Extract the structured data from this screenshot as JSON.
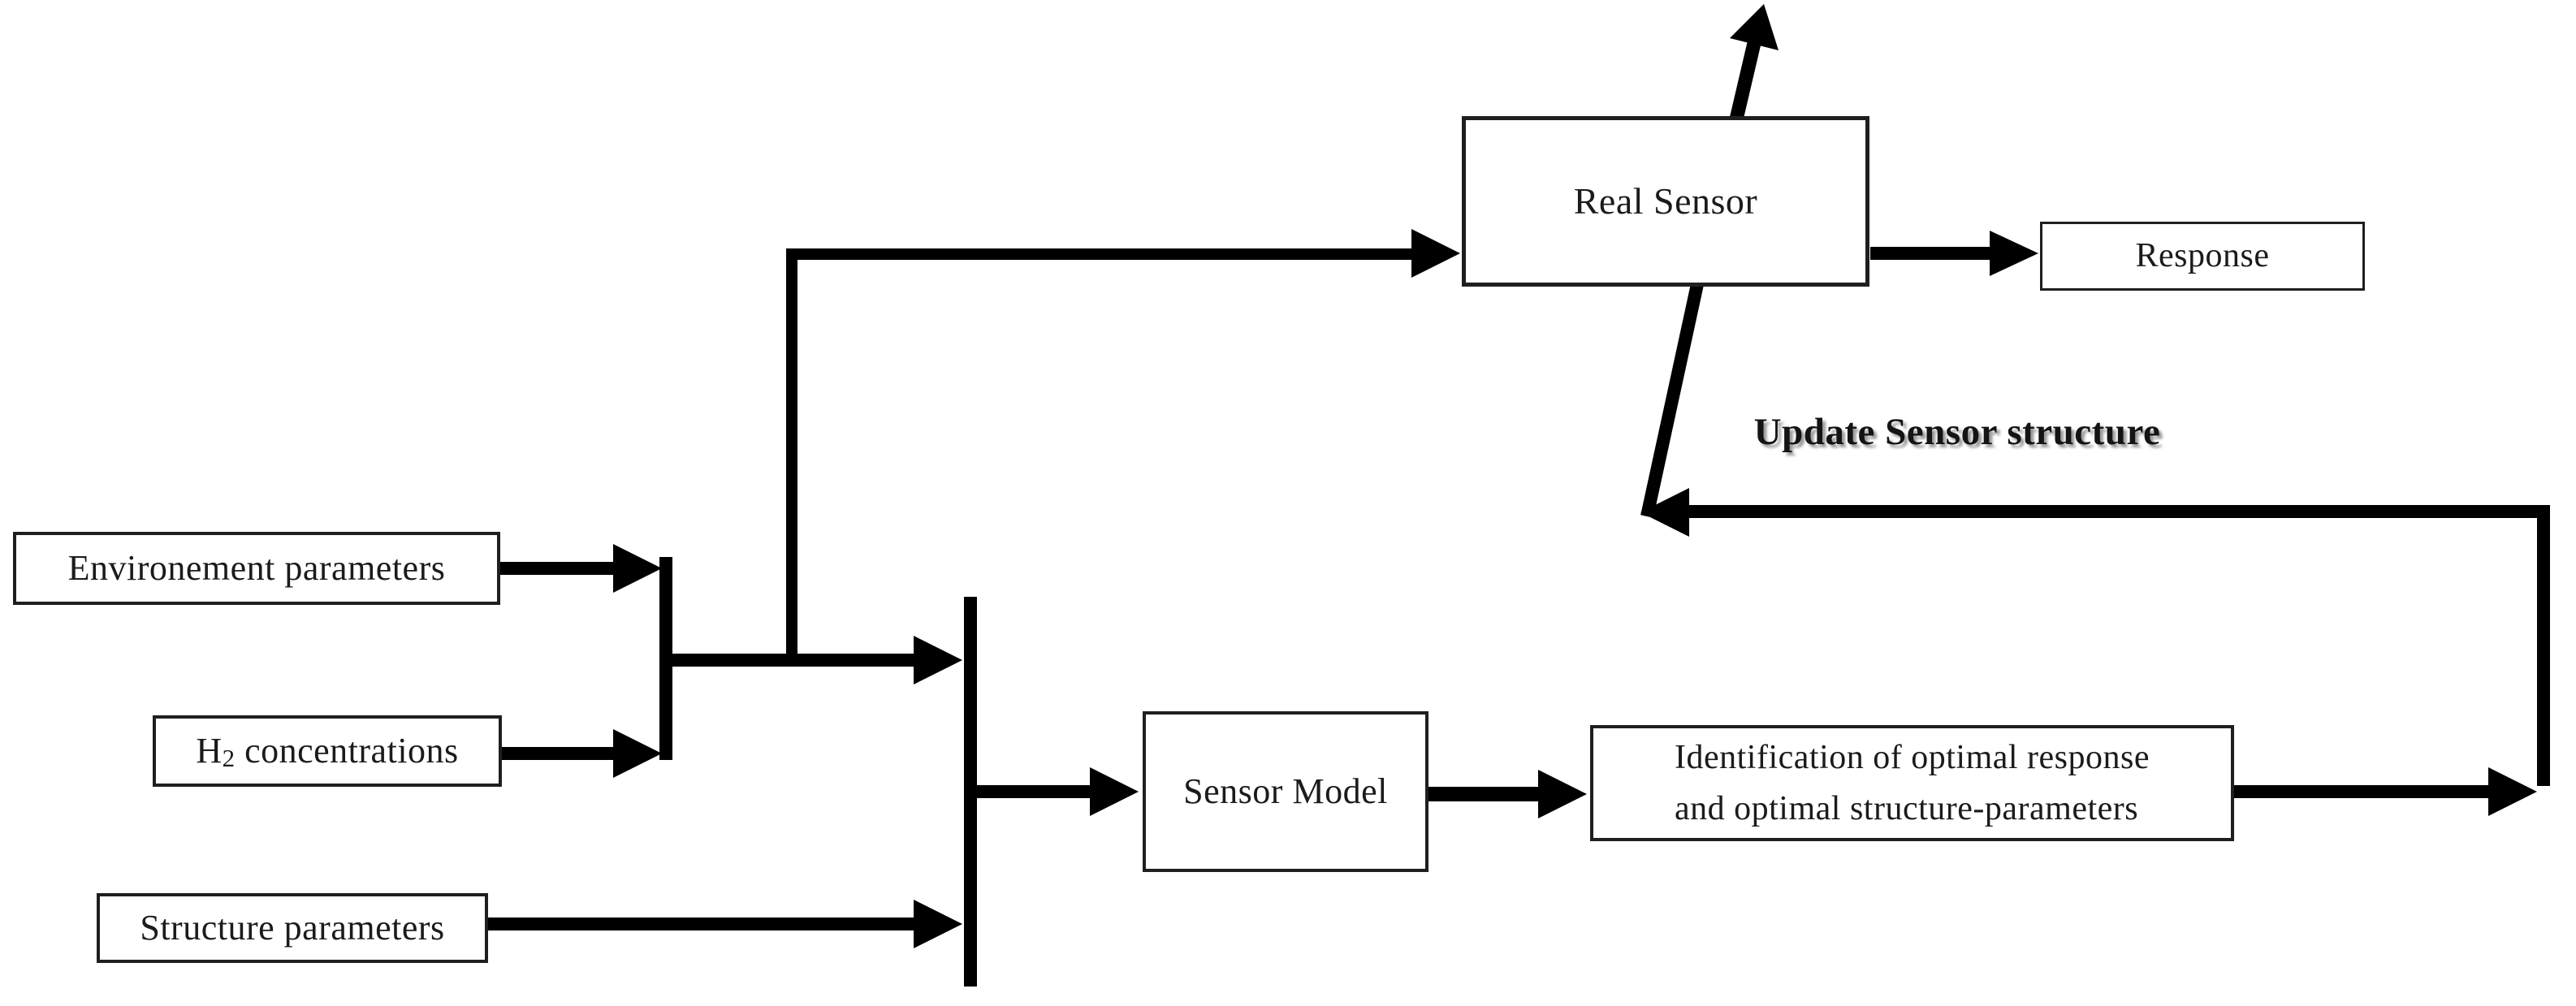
{
  "diagram": {
    "boxes": {
      "environment": {
        "label": "Environement parameters"
      },
      "h2": {
        "prefix": "H",
        "sub": "2",
        "suffix": " concentrations"
      },
      "structure": {
        "label": "Structure parameters"
      },
      "real_sensor": {
        "label": "Real Sensor"
      },
      "response": {
        "label": "Response"
      },
      "sensor_model": {
        "label": "Sensor Model"
      },
      "identification": {
        "line1": "Identification of optimal response",
        "line2": "and optimal structure-parameters"
      }
    },
    "labels": {
      "update_feedback": "Update Sensor structure"
    },
    "colors": {
      "line": "#000000",
      "box_border": "#1f1f1f",
      "text": "#1b1b1b",
      "background": "#ffffff"
    }
  }
}
